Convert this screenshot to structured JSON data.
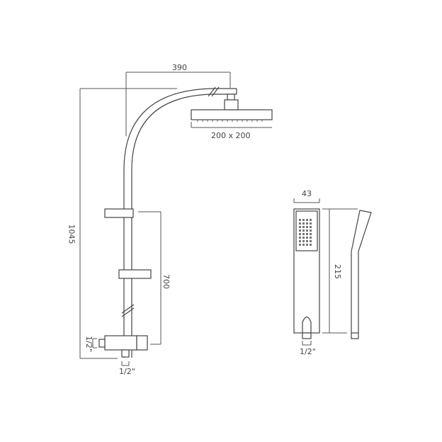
{
  "diagram": {
    "title": "Shower kit technical drawing",
    "line_color": "#444444",
    "background": "#ffffff",
    "dimensions": {
      "arm_reach": "390",
      "head_size": "200 x 200",
      "overall_height": "1045",
      "riser_height": "700",
      "inlet_side": "1/2\"",
      "outlet_bottom": "1/2\"",
      "handset_width": "43",
      "handset_length": "215",
      "handset_outlet": "1/2\""
    },
    "components": [
      "overhead-shower-head",
      "curved-arm",
      "riser-rail",
      "slide-bracket",
      "soap-dish",
      "thermostatic-valve",
      "hand-shower-front",
      "hand-shower-side"
    ]
  }
}
